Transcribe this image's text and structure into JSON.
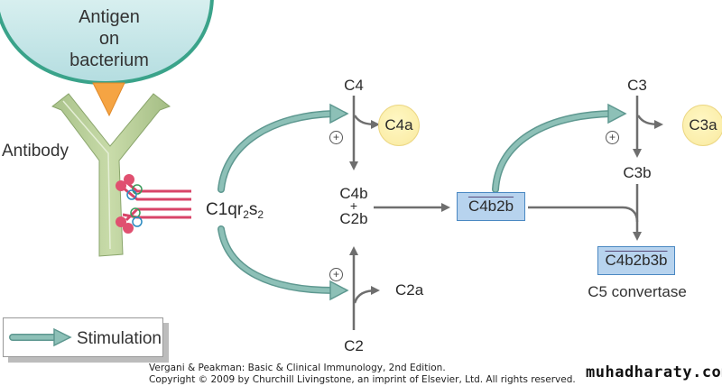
{
  "bacterium": {
    "line1": "Antigen",
    "line2": "on",
    "line3": "bacterium"
  },
  "antibody": {
    "label": "Antibody"
  },
  "c1": {
    "base": "C1qr",
    "sub1": "2",
    "mid": "s",
    "sub2": "2"
  },
  "components": {
    "c4": "C4",
    "c4a": "C4a",
    "c4b": "C4b",
    "plus": "+",
    "c2b": "C2b",
    "c2": "C2",
    "c2a": "C2a",
    "c4b2b": "C4b2b",
    "c3": "C3",
    "c3a": "C3a",
    "c3b": "C3b",
    "c4b2b3b": "C4b2b3b",
    "c5_convertase": "C5 convertase"
  },
  "stimulation_symbol": "+",
  "legend": {
    "label": "Stimulation"
  },
  "footer": {
    "line1": "Vergani & Peakman: Basic & Clinical Immunology, 2nd Edition.",
    "line2": "Copyright © 2009 by Churchill Livingstone, an imprint of Elsevier, Ltd. All rights reserved.",
    "brand": "muhadharaty.com"
  },
  "colors": {
    "stimulation_arrow": "#7fb3aa",
    "reaction_arrow": "#6e6e6e",
    "bacterium_fill": "#c9e7e8",
    "bacterium_border": "#3aa38a",
    "antigen": "#f5a443",
    "antibody": "#b9cf9a",
    "c1_strands": "#e05070",
    "product_circle": "#fbeeaa",
    "enzyme_box": "#b7d3ee"
  }
}
